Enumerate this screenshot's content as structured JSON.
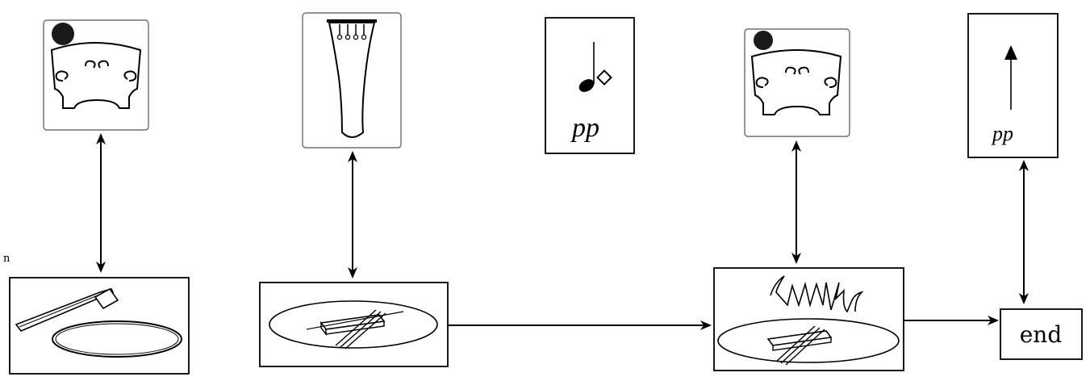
{
  "diagram": {
    "stray_char": "n",
    "end_label": "end",
    "dynamics": [
      "pp",
      "pp"
    ],
    "icons": {
      "panel1": "violin-bridge-with-dot-icon",
      "panel2": "tailpiece-icon",
      "panel3": "note-with-harmonic-icon",
      "panel4": "violin-bridge-with-dot-icon",
      "panel5": "up-arrow-icon",
      "bottom1": "bow-and-circle-icon",
      "bottom2": "bow-on-string-ellipse-icon",
      "bottom3": "scratch-noise-on-string-icon"
    }
  }
}
